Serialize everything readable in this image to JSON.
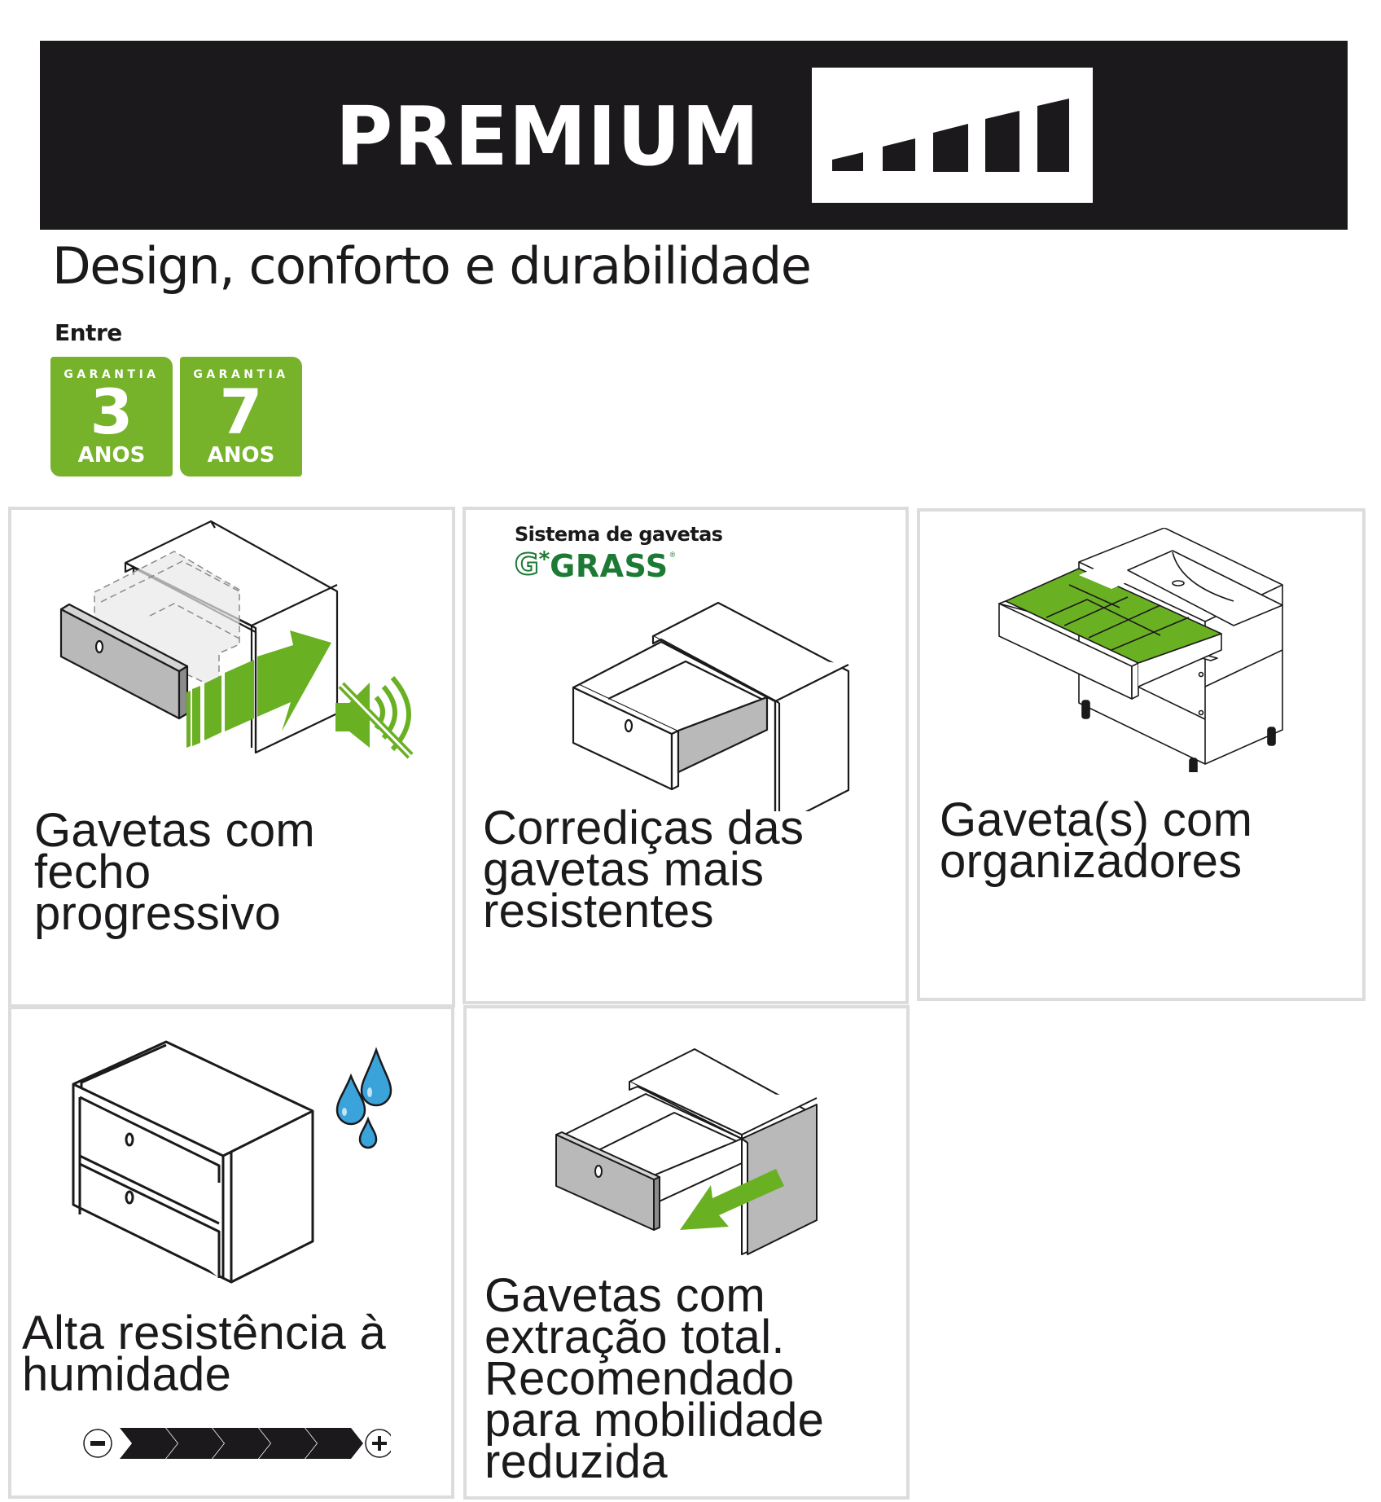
{
  "header": {
    "tier_label": "PREMIUM",
    "tier_level": 5,
    "tier_level_max": 5,
    "tagline": "Design, conforto e durabilidade"
  },
  "warranty": {
    "intro": "Entre",
    "badges": [
      {
        "label": "GARANTIA",
        "years": "3",
        "unit": "ANOS"
      },
      {
        "label": "GARANTIA",
        "years": "7",
        "unit": "ANOS"
      }
    ]
  },
  "features": [
    {
      "id": "soft-close",
      "text": "Gavetas com\nfecho\nprogressivo",
      "icon": "drawer-soft-close-mute-icon"
    },
    {
      "id": "grass-runners",
      "caption": "Sistema de gavetas",
      "brand": {
        "mark": "G",
        "star": "*",
        "word": "GRASS",
        "reg": "®"
      },
      "text": "Corrediças das\ngavetas mais\nresistentes",
      "icon": "drawer-runners-icon"
    },
    {
      "id": "organizers",
      "text": "Gaveta(s) com\norganizadores",
      "icon": "drawer-organizer-icon"
    },
    {
      "id": "humidity",
      "text": "Alta resistência à\nhumidade",
      "icon": "humidity-drops-icon",
      "scale": {
        "min_symbol": "−",
        "max_symbol": "+",
        "level": 5,
        "max": 5
      }
    },
    {
      "id": "full-extension",
      "text": "Gavetas com\nextração total.\nRecomendado\npara mobilidade\nreduzida",
      "icon": "full-extension-arrow-icon"
    }
  ],
  "colors": {
    "bar": "#1b191b",
    "badge_green": "#76b22a",
    "brand_green": "#1d7a35",
    "accent_green": "#6ab023",
    "drop_blue": "#3aa3d9",
    "card_border": "#dcdcdc"
  }
}
